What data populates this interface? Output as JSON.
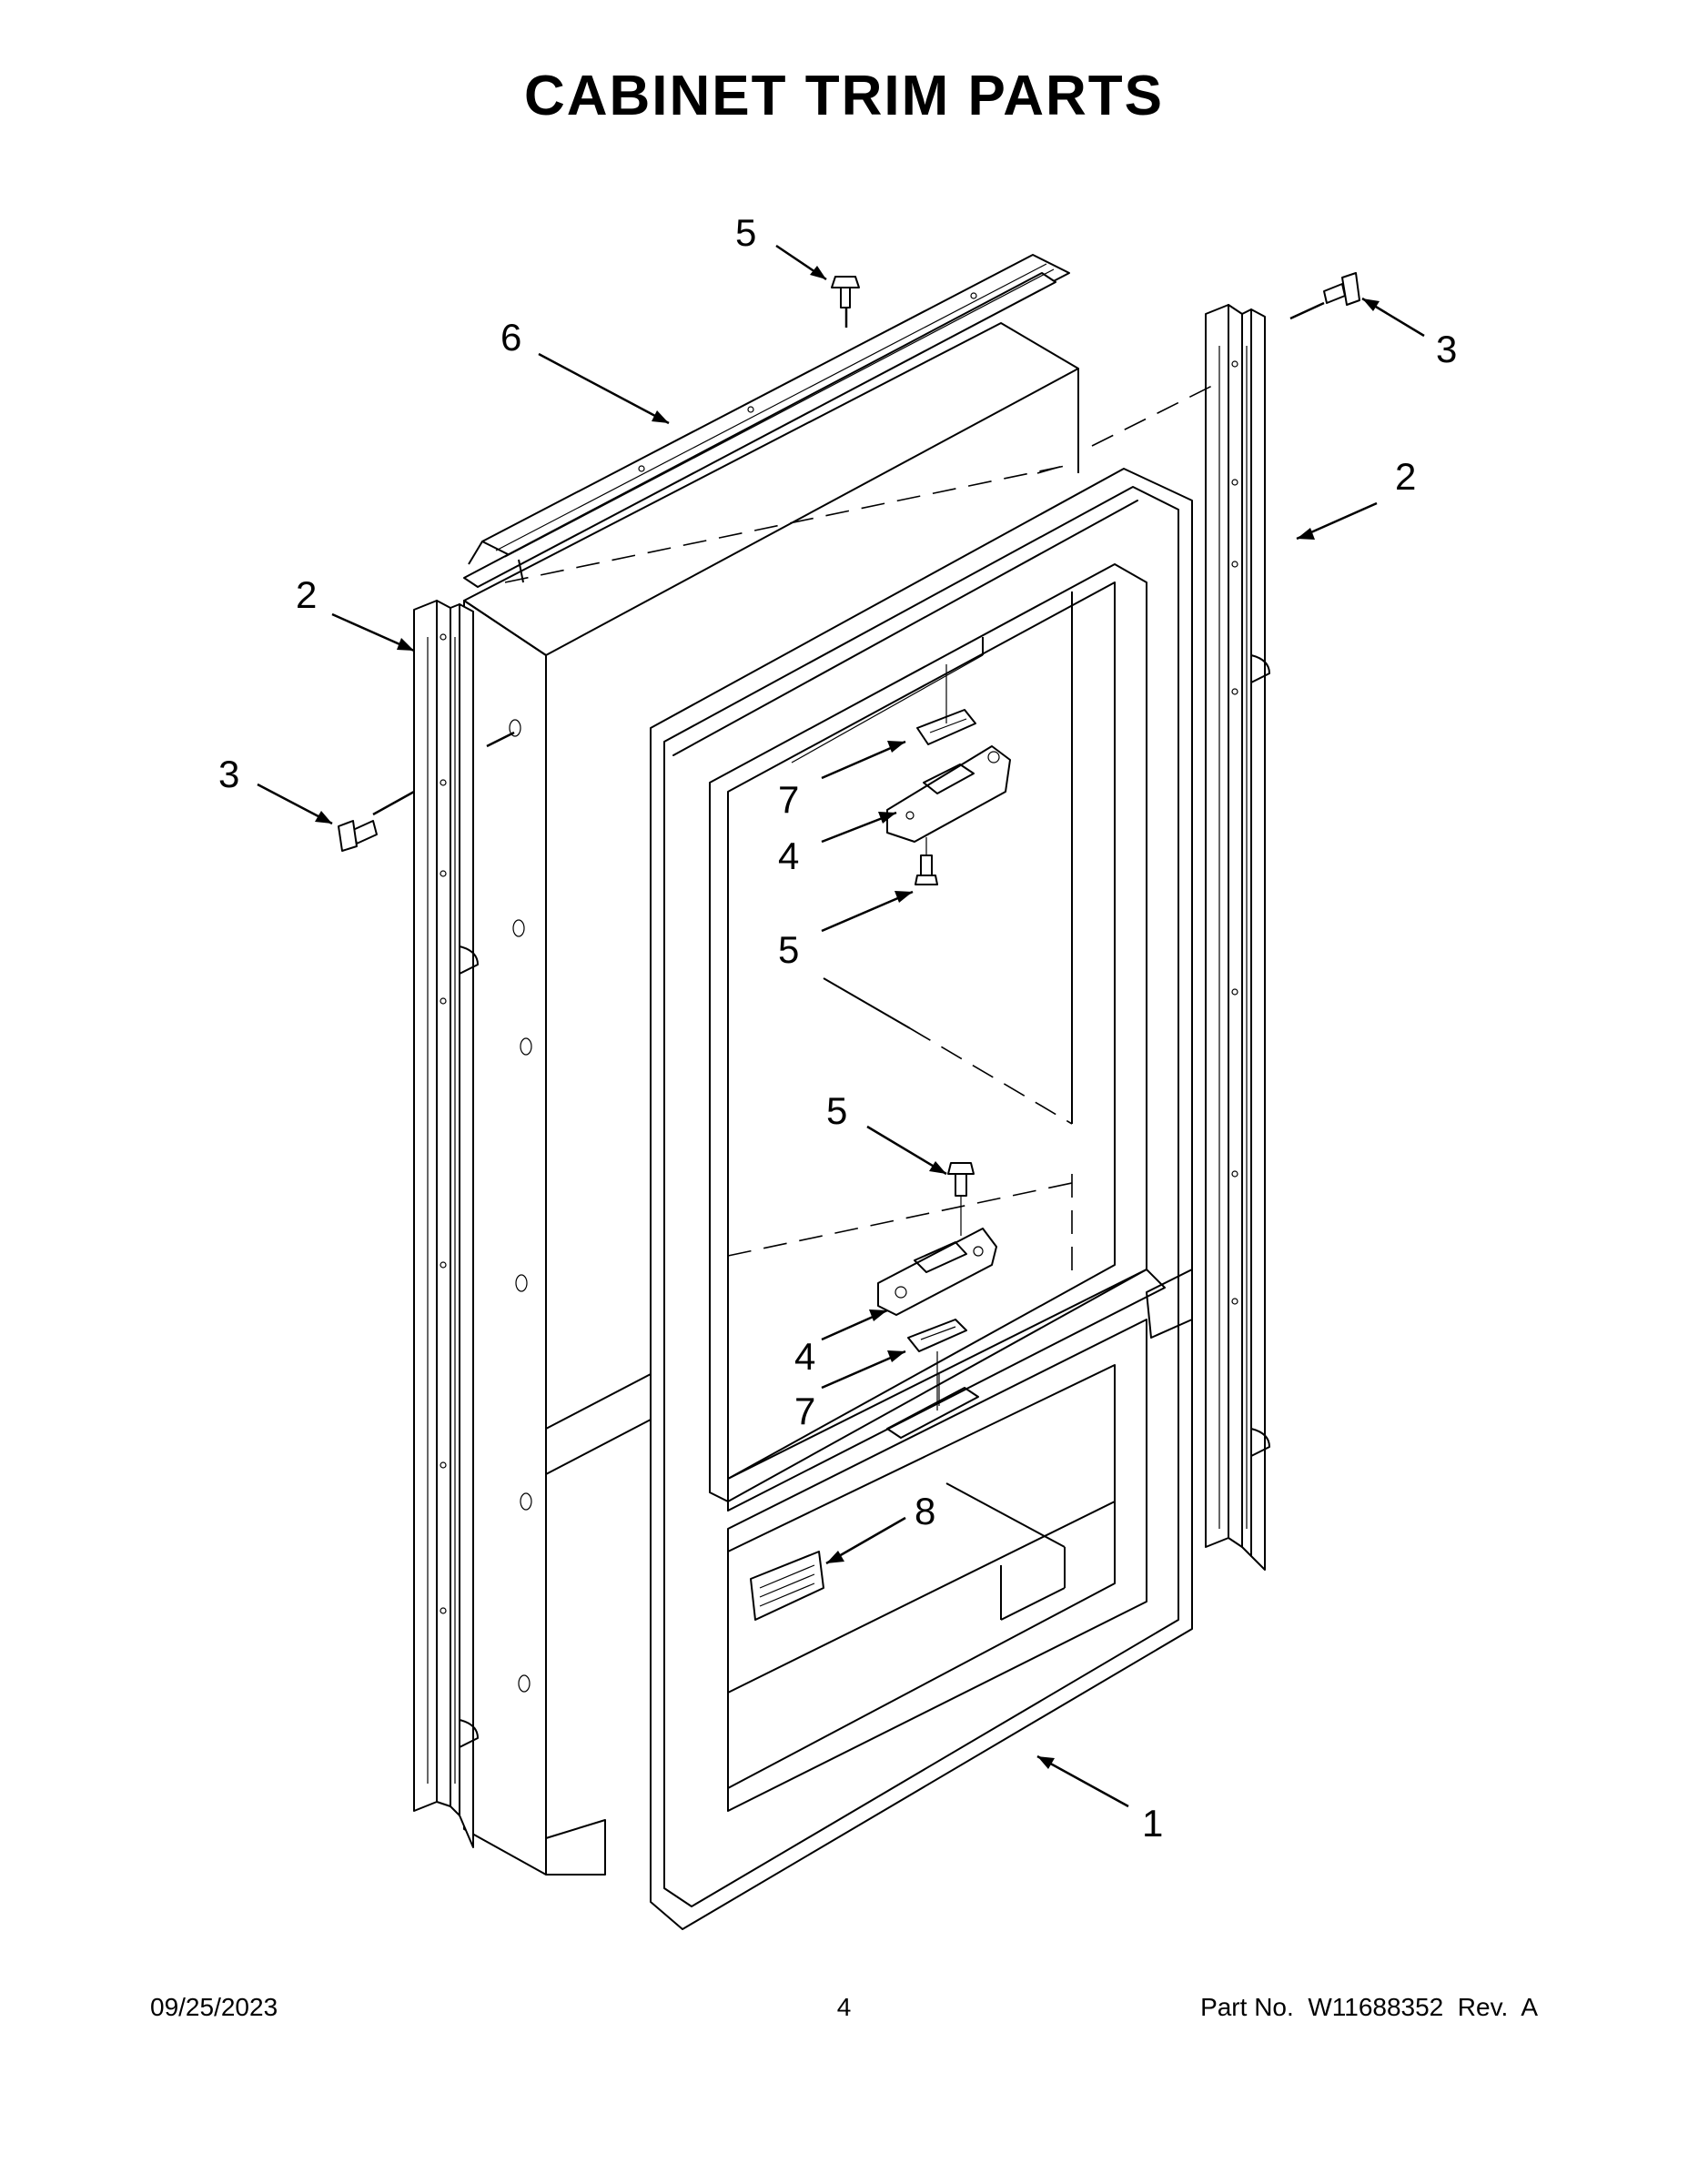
{
  "page": {
    "title": "CABINET TRIM PARTS"
  },
  "callouts": [
    {
      "id": "c5-top",
      "label": "5"
    },
    {
      "id": "c6",
      "label": "6"
    },
    {
      "id": "c3-right",
      "label": "3"
    },
    {
      "id": "c2-right",
      "label": "2"
    },
    {
      "id": "c2-left",
      "label": "2"
    },
    {
      "id": "c3-left",
      "label": "3"
    },
    {
      "id": "c7-upper",
      "label": "7"
    },
    {
      "id": "c4-upper",
      "label": "4"
    },
    {
      "id": "c5-mid",
      "label": "5"
    },
    {
      "id": "c5-lower",
      "label": "5"
    },
    {
      "id": "c4-lower",
      "label": "4"
    },
    {
      "id": "c7-lower",
      "label": "7"
    },
    {
      "id": "c8",
      "label": "8"
    },
    {
      "id": "c1",
      "label": "1"
    }
  ],
  "footer": {
    "date": "09/25/2023",
    "page_number": "4",
    "part_number": "Part No.  W11688352  Rev.  A"
  }
}
